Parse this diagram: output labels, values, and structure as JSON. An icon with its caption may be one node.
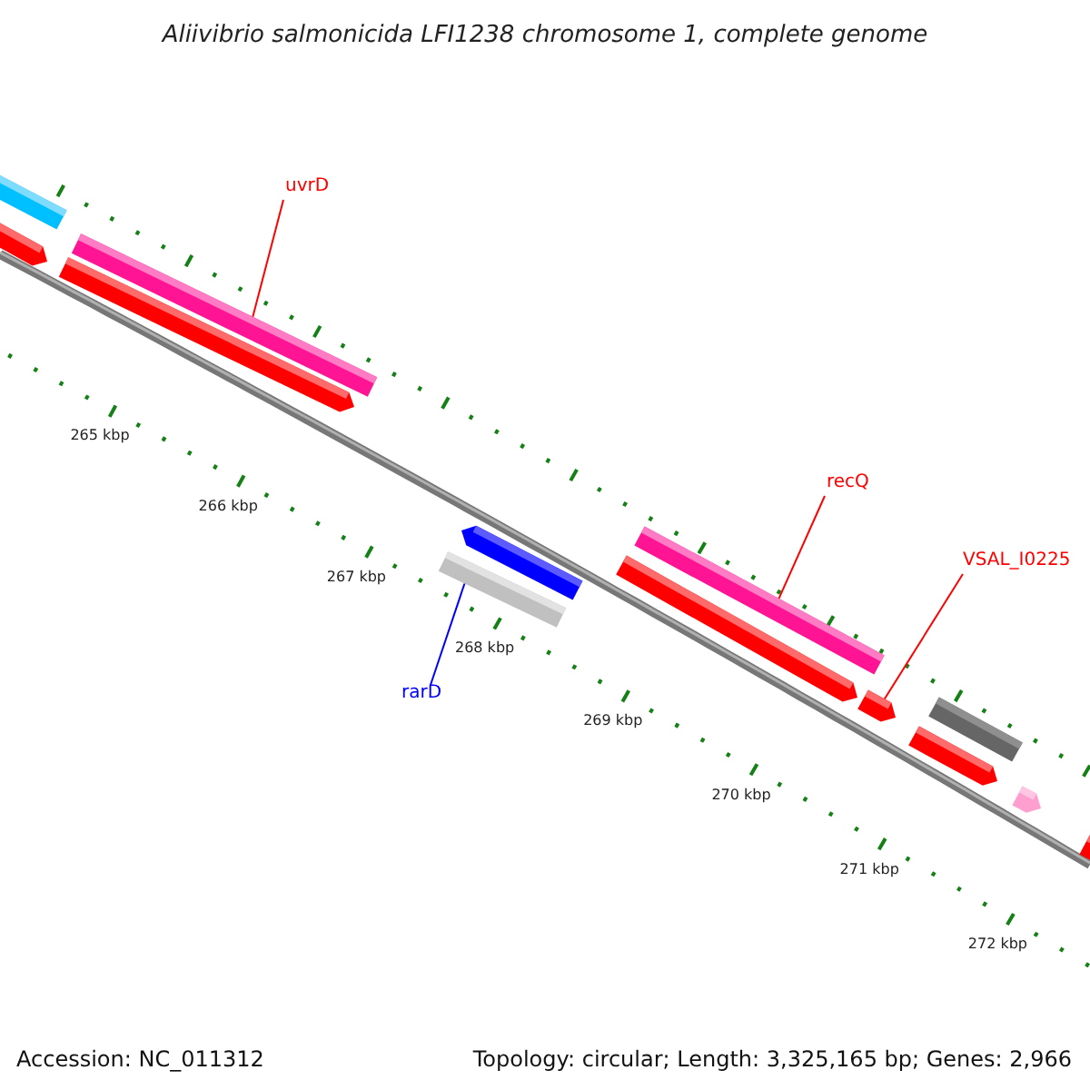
{
  "diagram": {
    "title": "Aliivibrio salmonicida LFI1238 chromosome 1, complete genome",
    "nodes": [
      {
        "text": [
          "uvrD"
        ]
      },
      {
        "text": [],
        "shape": "bar"
      },
      {
        "text": [
          "rarD"
        ]
      },
      {
        "text": [],
        "shape": "bar"
      },
      {
        "text": [
          "recQ"
        ]
      },
      {
        "text": [],
        "shape": "bar"
      },
      {
        "text": [
          "VSAL_I0225"
        ]
      },
      {
        "text": [],
        "shape": "bar"
      }
    ],
    "edges": [
      {
        "from": 0,
        "to": 1,
        "arrow": "none"
      },
      {
        "from": 2,
        "to": 3,
        "arrow": "none",
        "color": "#0000ff"
      },
      {
        "from": 4,
        "to": 5,
        "arrow": "none"
      },
      {
        "from": 6,
        "to": 7,
        "arrow": "none"
      }
    ],
    "labels": [
      "265 kbp",
      "266 kbp",
      "267 kbp",
      "268 kbp",
      "269 kbp",
      "270 kbp",
      "271 kbp",
      "272 kbp",
      "Accession: NC_011312",
      "Topology: circular; Length: 3,325,165 bp; Genes: 2,966"
    ]
  }
}
